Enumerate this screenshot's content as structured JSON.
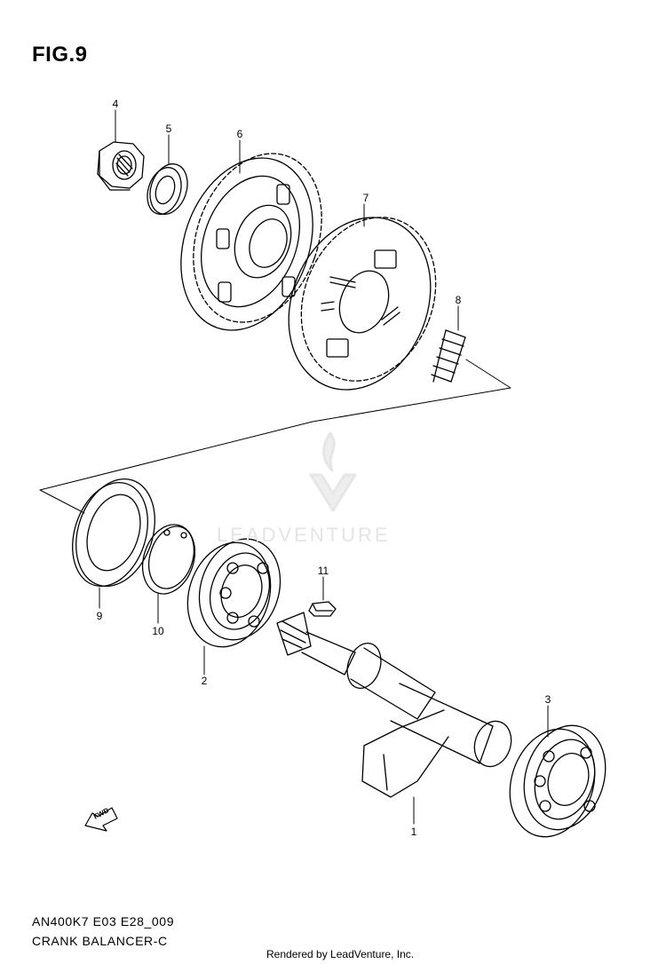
{
  "figure": {
    "title": "FIG.9",
    "code": "AN400K7 E03 E28_009",
    "name": "CRANK BALANCER-C",
    "credit": "Rendered by LeadVenture, Inc.",
    "watermark": "LEADVENTURE",
    "fwd_label": "FWD"
  },
  "callouts": [
    {
      "id": "4",
      "part": "nut"
    },
    {
      "id": "5",
      "part": "washer"
    },
    {
      "id": "6",
      "part": "gear-a"
    },
    {
      "id": "7",
      "part": "gear-b"
    },
    {
      "id": "8",
      "part": "spring"
    },
    {
      "id": "9",
      "part": "thrust-washer"
    },
    {
      "id": "10",
      "part": "circlip"
    },
    {
      "id": "11",
      "part": "key"
    },
    {
      "id": "2",
      "part": "bearing-left"
    },
    {
      "id": "3",
      "part": "bearing-right"
    },
    {
      "id": "1",
      "part": "balancer-shaft"
    }
  ],
  "colors": {
    "line": "#000000",
    "watermark": "#e4e4e4",
    "background": "#ffffff"
  }
}
